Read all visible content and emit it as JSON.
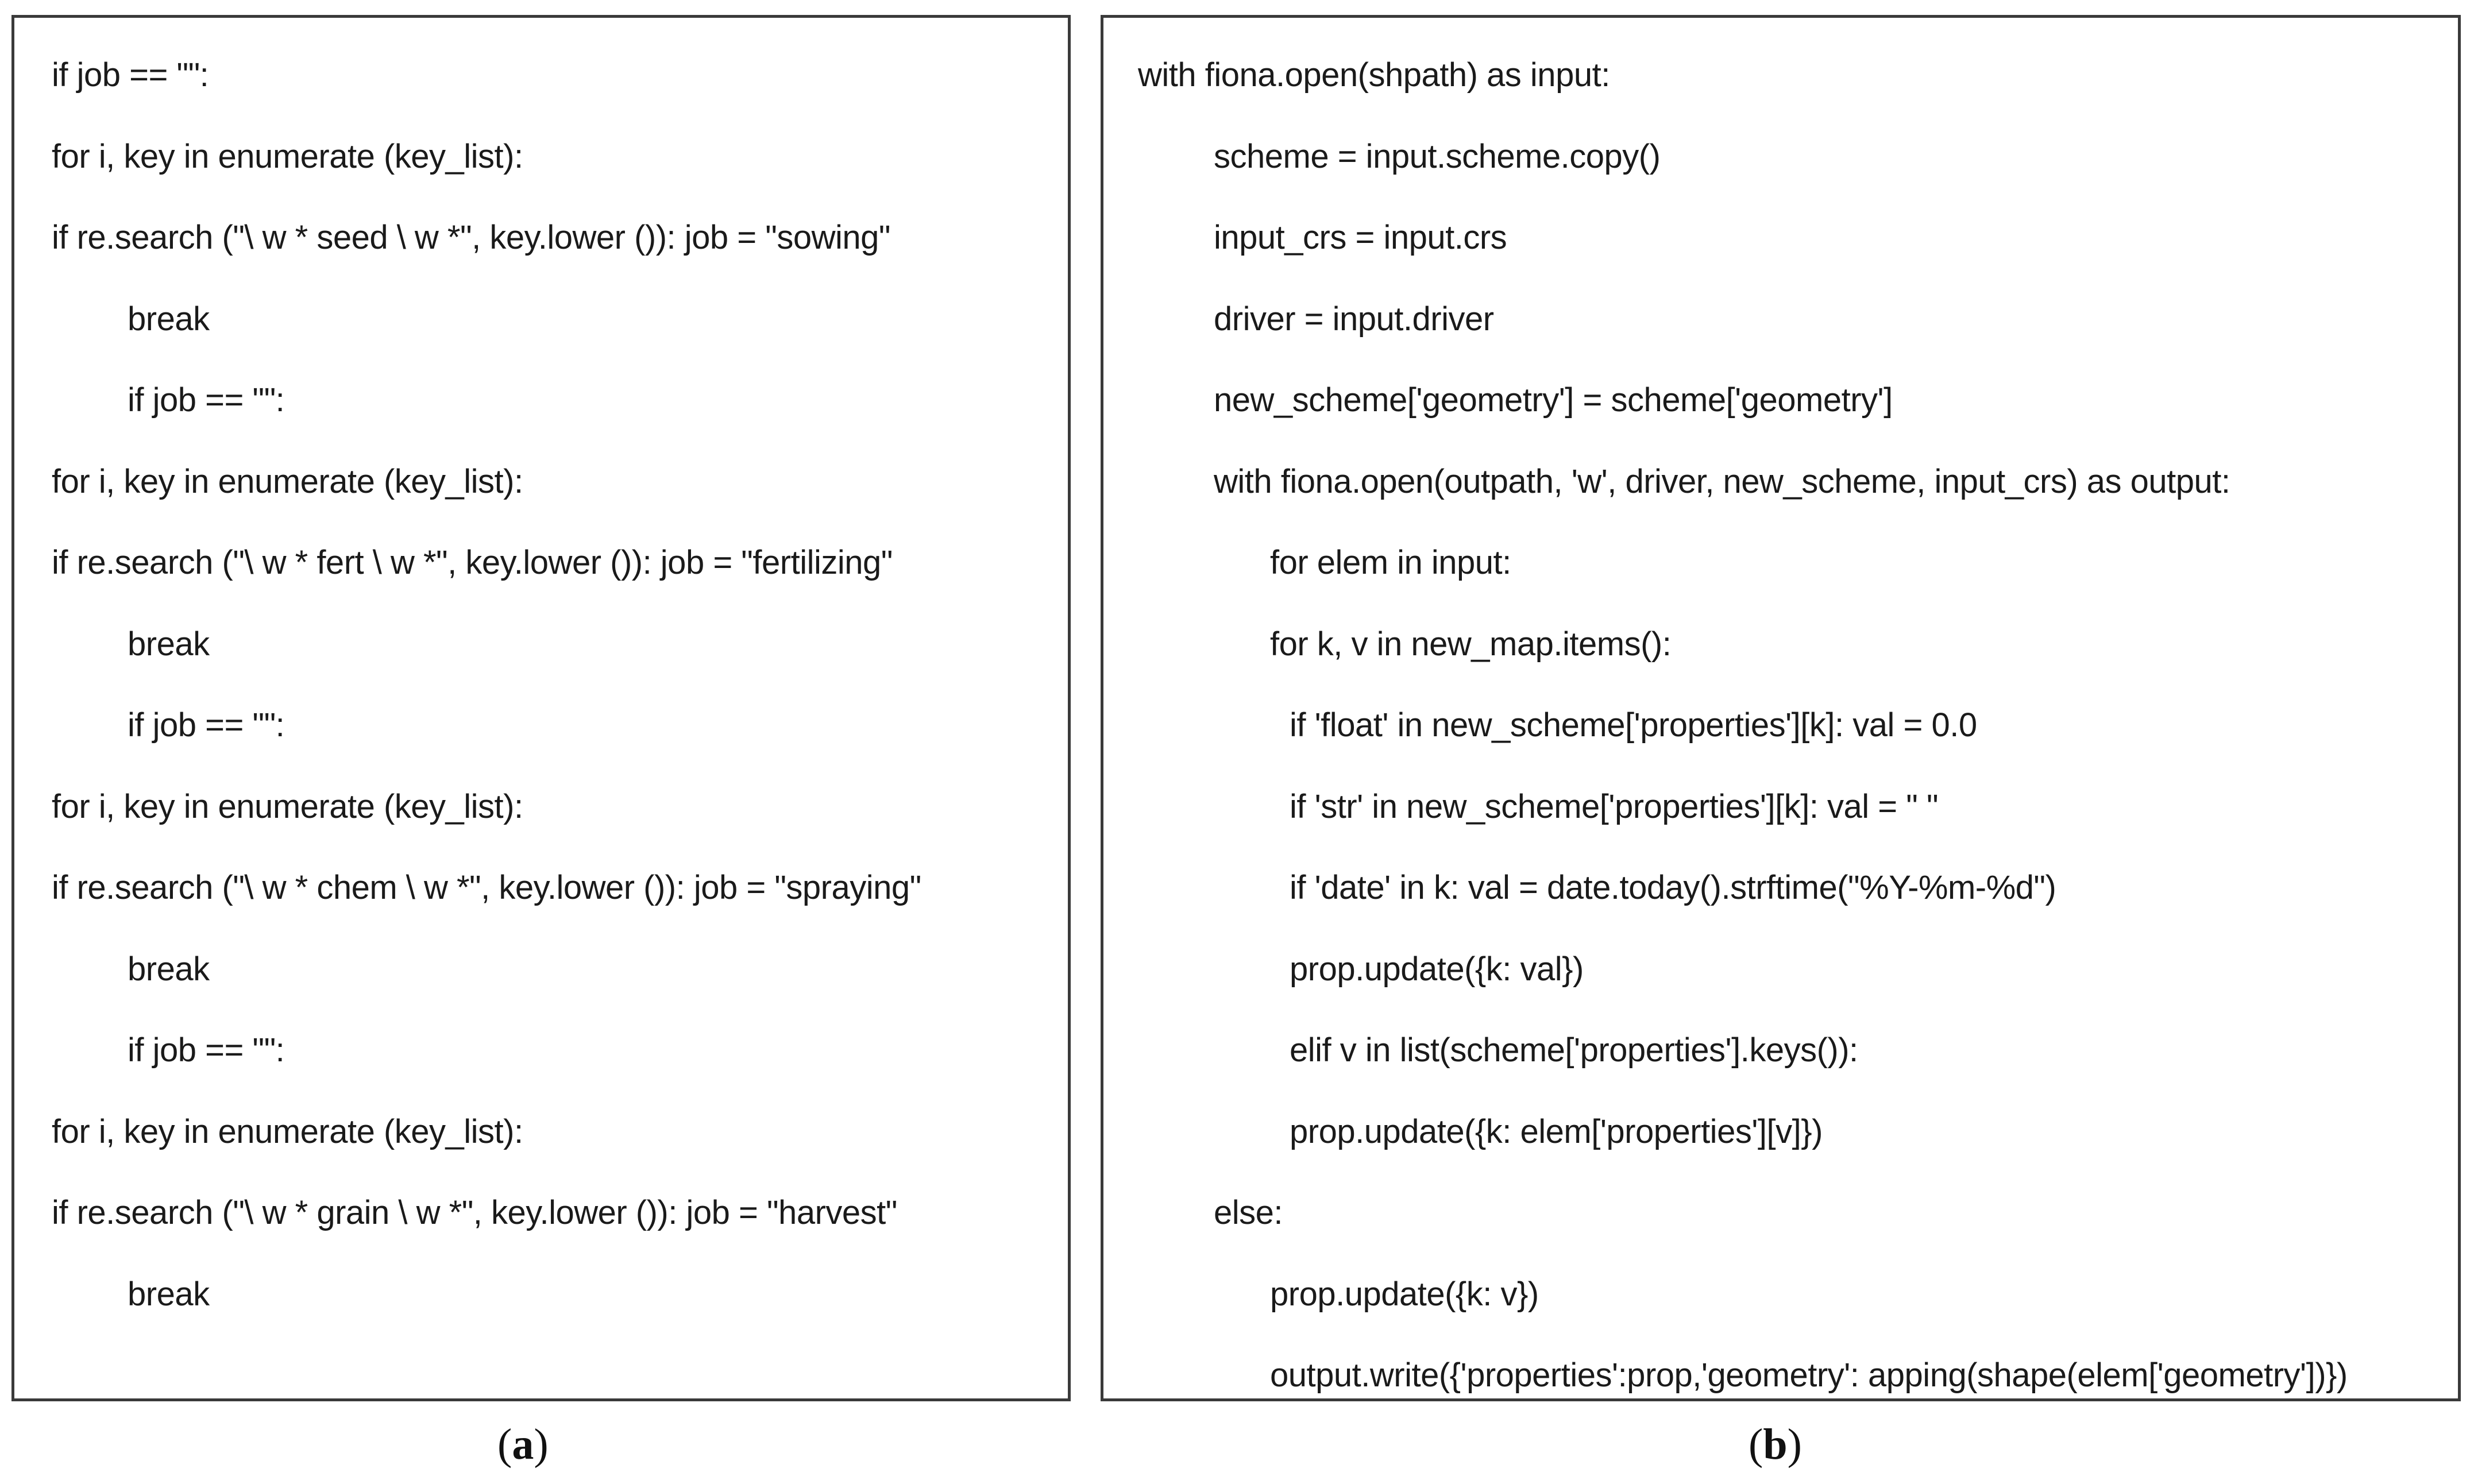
{
  "panel_a": {
    "lines": [
      {
        "text": "if job == \"\":",
        "indent": 0
      },
      {
        "text": "for i, key in enumerate (key_list):",
        "indent": 0
      },
      {
        "text": "if re.search (\"\\ w * seed \\ w *\", key.lower ()): job = \"sowing\"",
        "indent": 0
      },
      {
        "text": "break",
        "indent": 1
      },
      {
        "text": "if job == \"\":",
        "indent": 1
      },
      {
        "text": "for i, key in enumerate (key_list):",
        "indent": 0
      },
      {
        "text": "if re.search (\"\\ w * fert \\ w *\", key.lower ()): job = \"fertilizing\"",
        "indent": 0
      },
      {
        "text": "break",
        "indent": 1
      },
      {
        "text": "if job == \"\":",
        "indent": 1
      },
      {
        "text": "for i, key in enumerate (key_list):",
        "indent": 0
      },
      {
        "text": "if re.search (\"\\ w * chem \\ w *\", key.lower ()): job = \"spraying\"",
        "indent": 0
      },
      {
        "text": "break",
        "indent": 1
      },
      {
        "text": "if job == \"\":",
        "indent": 1
      },
      {
        "text": "for i, key in enumerate (key_list):",
        "indent": 0
      },
      {
        "text": "if re.search (\"\\ w * grain \\ w *\", key.lower ()): job = \"harvest\"",
        "indent": 0
      },
      {
        "text": "break",
        "indent": 1
      }
    ]
  },
  "panel_b": {
    "lines": [
      {
        "text": "with fiona.open(shpath) as input:",
        "indent": 0
      },
      {
        "text": "scheme = input.scheme.copy()",
        "indent": 1
      },
      {
        "text": "input_crs = input.crs",
        "indent": 1
      },
      {
        "text": "driver = input.driver",
        "indent": 1
      },
      {
        "text": "new_scheme['geometry'] = scheme['geometry']",
        "indent": 1
      },
      {
        "text": "with fiona.open(outpath, 'w', driver, new_scheme, input_crs) as output:",
        "indent": 1
      },
      {
        "text": "for elem in input:",
        "indent": 2
      },
      {
        "text": "for k, v in new_map.items():",
        "indent": 2
      },
      {
        "text": "if 'float' in new_scheme['properties'][k]: val = 0.0",
        "indent": 3
      },
      {
        "text": "if 'str' in new_scheme['properties'][k]: val = \" \"",
        "indent": 3
      },
      {
        "text": "if 'date' in k: val = date.today().strftime(\"%Y-%m-%d\")",
        "indent": 3
      },
      {
        "text": "prop.update({k: val})",
        "indent": 3
      },
      {
        "text": "elif v in list(scheme['properties'].keys()):",
        "indent": 3
      },
      {
        "text": "prop.update({k: elem['properties'][v]})",
        "indent": 3
      },
      {
        "text": "else:",
        "indent": 1
      },
      {
        "text": "prop.update({k: v})",
        "indent": 2
      },
      {
        "text": "output.write({'properties':prop,'geometry': apping(shape(elem['geometry'])})",
        "indent": 2
      }
    ]
  },
  "captions": {
    "a": {
      "open": "(",
      "letter": "a",
      "close": ")"
    },
    "b": {
      "open": "(",
      "letter": "b",
      "close": ")"
    }
  }
}
